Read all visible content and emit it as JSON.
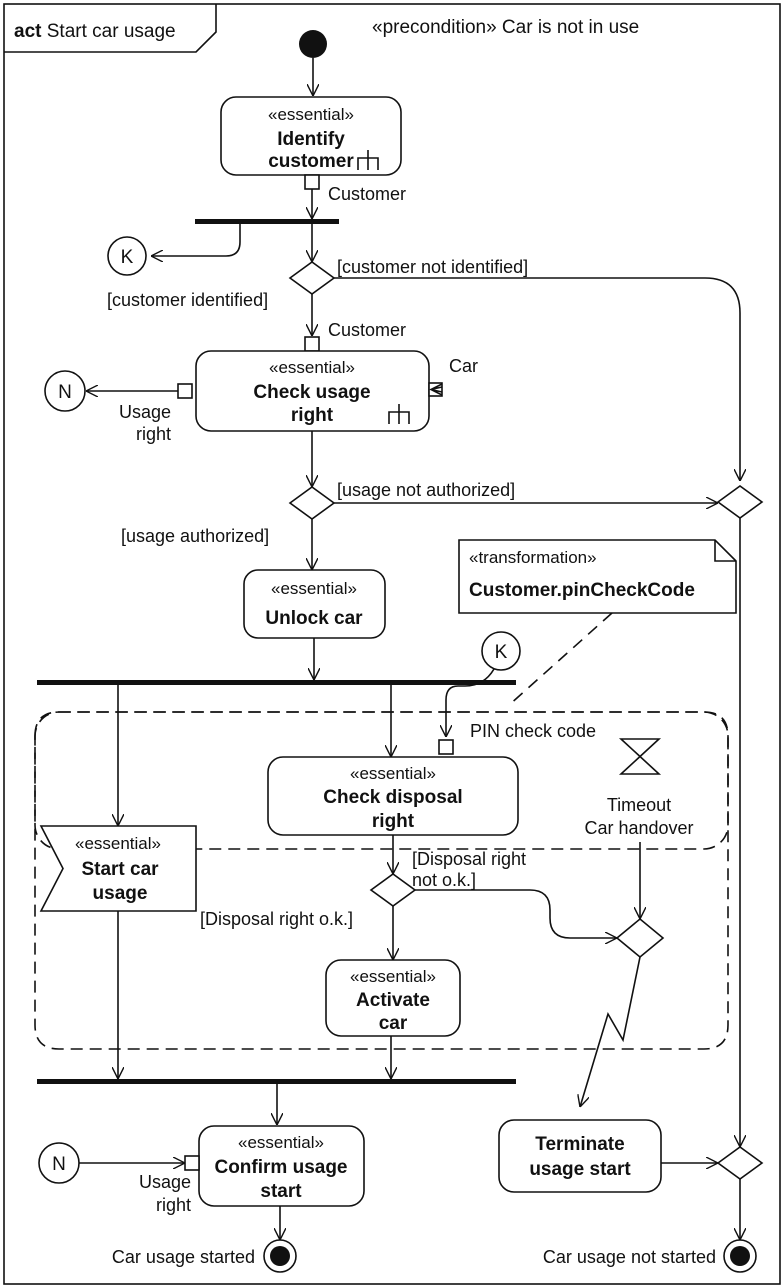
{
  "frame": {
    "keyword": "act",
    "name": "Start car usage"
  },
  "precondition": "«precondition» Car is not in use",
  "actions": {
    "identify_customer": {
      "stereotype": "«essential»",
      "line1": "Identify",
      "line2": "customer"
    },
    "check_usage_right": {
      "stereotype": "«essential»",
      "line1": "Check usage",
      "line2": "right"
    },
    "unlock_car": {
      "stereotype": "«essential»",
      "line1": "Unlock car"
    },
    "check_disposal_right": {
      "stereotype": "«essential»",
      "line1": "Check disposal",
      "line2": "right"
    },
    "start_car_usage": {
      "stereotype": "«essential»",
      "line1": "Start car",
      "line2": "usage"
    },
    "activate_car": {
      "stereotype": "«essential»",
      "line1": "Activate",
      "line2": "car"
    },
    "confirm_usage_start": {
      "stereotype": "«essential»",
      "line1": "Confirm usage",
      "line2": "start"
    },
    "terminate_usage_start": {
      "line1": "Terminate",
      "line2": "usage start"
    }
  },
  "pins": {
    "customer_out": "Customer",
    "customer_in": "Customer",
    "car": "Car",
    "usage_right_line1": "Usage",
    "usage_right_line2": "right",
    "pin_check_code": "PIN check code",
    "usage_right2_line1": "Usage",
    "usage_right2_line2": "right"
  },
  "guards": {
    "customer_not_identified": "[customer not identified]",
    "customer_identified": "[customer identified]",
    "usage_not_authorized": "[usage not authorized]",
    "usage_authorized": "[usage authorized]",
    "disposal_not_ok_line1": "[Disposal right",
    "disposal_not_ok_line2": "not o.k.]",
    "disposal_ok": "[Disposal right o.k.]"
  },
  "note": {
    "stereotype": "«transformation»",
    "text": "Customer.pinCheckCode"
  },
  "timeout": {
    "line1": "Timeout",
    "line2": "Car handover"
  },
  "connectors": {
    "k": "K",
    "n": "N"
  },
  "final_labels": {
    "started": "Car usage started",
    "not_started": "Car usage not started"
  }
}
